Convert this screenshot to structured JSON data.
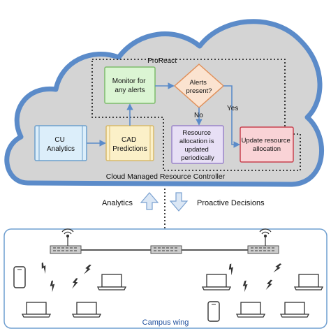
{
  "diagram": {
    "proreact_label": "ProReact",
    "cloud_label": "Cloud Managed Resource Controller",
    "boxes": {
      "cu_analytics": [
        "CU",
        "Analytics"
      ],
      "cad_predictions": [
        "CAD",
        "Predictions"
      ],
      "monitor_alerts": [
        "Monitor for",
        "any alerts"
      ],
      "alerts_present": [
        "Alerts",
        "present?"
      ],
      "resource_allocation": [
        "Resource",
        "allocation is",
        "updated",
        "periodically"
      ],
      "update_allocation": [
        "Update resource",
        "allocation"
      ]
    },
    "edge_labels": {
      "no": "No",
      "yes": "Yes"
    },
    "analytics_label": "Analytics",
    "proactive_label": "Proactive Decisions",
    "campus_label": "Campus wing",
    "colors": {
      "cloud_fill": "#d4d4d4",
      "cloud_stroke": "#5b8bc9",
      "cu_fill": "#dceefa",
      "cu_stroke": "#6c9fcb",
      "cad_fill": "#fbf0c8",
      "cad_stroke": "#d8b96a",
      "monitor_fill": "#dbf5d3",
      "monitor_stroke": "#7dbb6b",
      "decision_fill": "#fbe3d0",
      "decision_stroke": "#e0905a",
      "resource_fill": "#e7dff5",
      "resource_stroke": "#9a83c9",
      "update_fill": "#f9d3d6",
      "update_stroke": "#c8414f",
      "arrow": "#5b8bc9",
      "campus_stroke": "#6f9fd0",
      "campus_text": "#1f4f9c"
    },
    "icons": {
      "switches": [
        "network-switch-icon",
        "network-switch-icon",
        "network-switch-icon"
      ],
      "antennas": [
        "wifi-antenna-icon",
        "wifi-antenna-icon"
      ],
      "devices": [
        "smartphone-icon",
        "laptop-icon",
        "laptop-icon",
        "laptop-icon",
        "laptop-icon",
        "laptop-icon",
        "laptop-icon",
        "laptop-icon",
        "smartphone-icon"
      ],
      "signals": [
        "wireless-signal-icon"
      ]
    }
  }
}
